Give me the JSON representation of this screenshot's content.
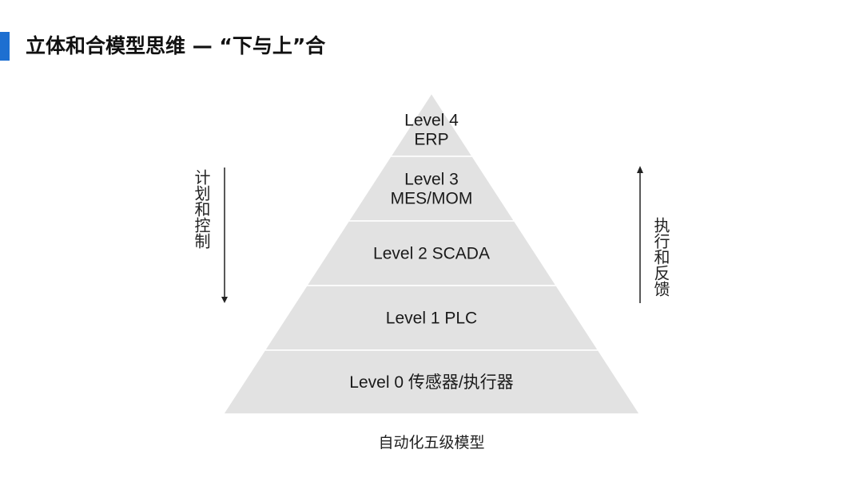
{
  "slide": {
    "title": "立体和合模型思维 — “下与上”合",
    "accent_color": "#1d6fd1"
  },
  "pyramid": {
    "fill_color": "#e2e2e2",
    "divider_color": "#ffffff",
    "levels": [
      {
        "lines": [
          "Level 4",
          "ERP"
        ]
      },
      {
        "lines": [
          "Level 3",
          "MES/MOM"
        ]
      },
      {
        "lines": [
          "Level 2 SCADA"
        ]
      },
      {
        "lines": [
          "Level 1 PLC"
        ]
      },
      {
        "lines": [
          "Level 0 传感器/执行器"
        ]
      }
    ],
    "caption": "自动化五级模型"
  },
  "left_arrow": {
    "label": "计划和控制",
    "direction": "down"
  },
  "right_arrow": {
    "label": "执行和反馈",
    "direction": "up"
  }
}
